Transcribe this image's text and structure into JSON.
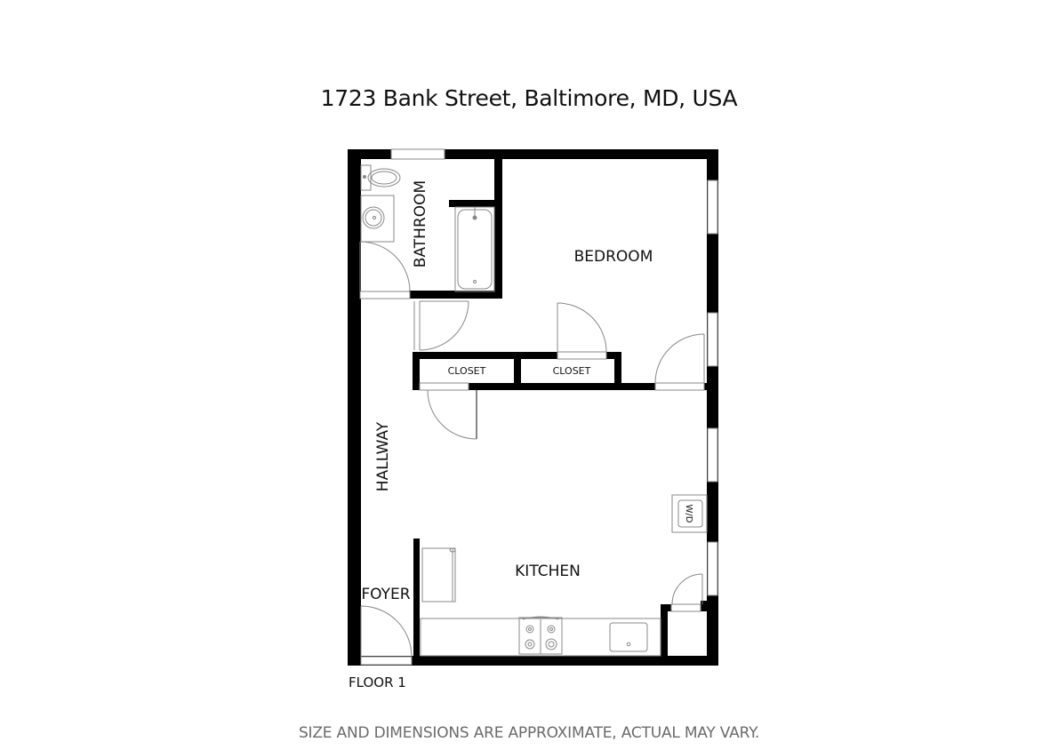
{
  "header": {
    "title": "1723 Bank Street, Baltimore, MD, USA"
  },
  "plan": {
    "rooms": {
      "bathroom": "BATHROOM",
      "bedroom": "BEDROOM",
      "closet_1": "CLOSET",
      "closet_2": "CLOSET",
      "hallway": "HALLWAY",
      "kitchen": "KITCHEN",
      "foyer": "FOYER"
    },
    "appliances": {
      "washer_dryer": "W/D"
    },
    "colors": {
      "wall": "#000000",
      "fixture_line": "#8a8a8a",
      "background": "#ffffff"
    }
  },
  "footer": {
    "floor_label": "FLOOR 1",
    "disclaimer": "SIZE AND DIMENSIONS ARE APPROXIMATE, ACTUAL MAY VARY."
  }
}
